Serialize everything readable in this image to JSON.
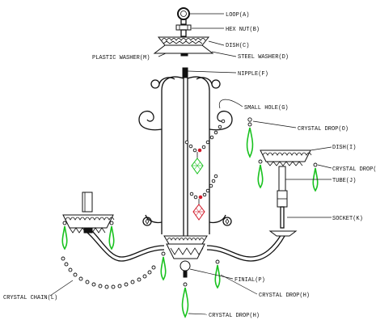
{
  "labels": {
    "loop": "LOOP(A)",
    "hex_nut": "HEX NUT(B)",
    "dish_c": "DISH(C)",
    "plastic_washer": "PLASTIC WASHER(M)",
    "steel_washer": "STEEL WASHER(D)",
    "nipple": "NIPPLE(F)",
    "small_hole": "SMALL HOLE(G)",
    "crystal_drop_o": "CRYSTAL DROP(O)",
    "dish_i": "DISH(I)",
    "crystal_drop_h_right": "CRYSTAL DROP(H",
    "tube": "TUBE(J)",
    "socket": "SOCKET(K)",
    "finial": "FINIAL(P)",
    "crystal_drop_h_mid": "CRYSTAL DROP(H)",
    "crystal_chain": "CRYSTAL CHAIN(L)",
    "crystal_drop_h_bottom": "CRYSTAL DROP(H)"
  },
  "colors": {
    "line": "#111111",
    "crystal": "#19c21f",
    "accent": "#d21a2a"
  }
}
